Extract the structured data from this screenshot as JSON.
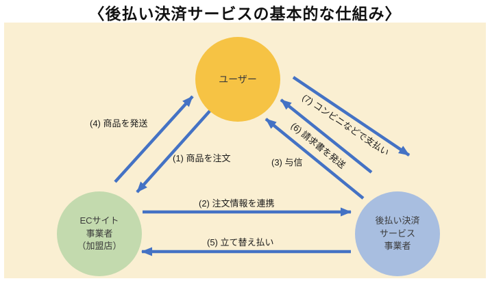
{
  "title": "〈後払い決済サービスの基本的な仕組み〉",
  "nodes": {
    "user": {
      "label": "ユーザー"
    },
    "ec": {
      "line1": "ECサイト",
      "line2": "事業者",
      "line3": "（加盟店）"
    },
    "payment": {
      "line1": "後払い決済",
      "line2": "サービス",
      "line3": "事業者"
    }
  },
  "labels": {
    "order": "(1) 商品を注文",
    "share_order_info": "(2) 注文情報を連携",
    "credit_check": "(3) 与信",
    "ship_goods": "(4) 商品を発送",
    "reimbursement": "(5) 立て替え払い",
    "send_invoice": "(6) 請求書を発送",
    "pay_at_store": "(7) コンビニなどで支払い"
  },
  "colors": {
    "background": "#FAEFD2",
    "arrow": "#4472C4",
    "user_circle": "#F6C344",
    "ec_circle": "#C3DAAE",
    "payment_circle": "#A8BEE0",
    "title_text": "#111111"
  }
}
